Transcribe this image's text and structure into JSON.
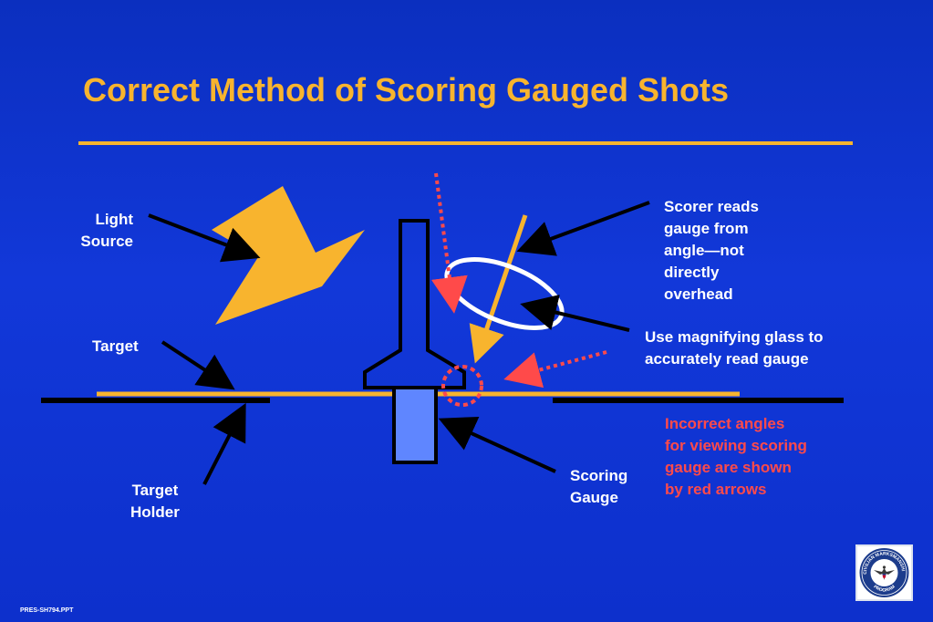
{
  "slide": {
    "title": "Correct Method of Scoring Gauged Shots",
    "footer": "PRES-SH794.PPT"
  },
  "labels": {
    "light_source": [
      "Light",
      "Source"
    ],
    "target": "Target",
    "target_holder": [
      "Target",
      "Holder"
    ],
    "scoring_gauge": [
      "Scoring",
      "Gauge"
    ],
    "scorer_reads": [
      "Scorer reads",
      "gauge from",
      "angle—not",
      "directly",
      "overhead"
    ],
    "magnifying_glass": [
      "Use magnifying glass to",
      "accurately read gauge"
    ],
    "incorrect_angles": [
      "Incorrect angles",
      "for viewing scoring",
      "gauge are shown",
      "by red arrows"
    ]
  },
  "logo": {
    "text_top": "CIVILIAN MARKSMANSHIP",
    "text_bottom": "PROGRAM"
  },
  "colors": {
    "background": "#1238d9",
    "title": "#f8b42e",
    "light_arrow": "#f8b42e",
    "gauge_fill": "#5f86ff",
    "red_arrows": "#ff4a4a",
    "line": "#000000",
    "magnifier": "#ffffff"
  }
}
